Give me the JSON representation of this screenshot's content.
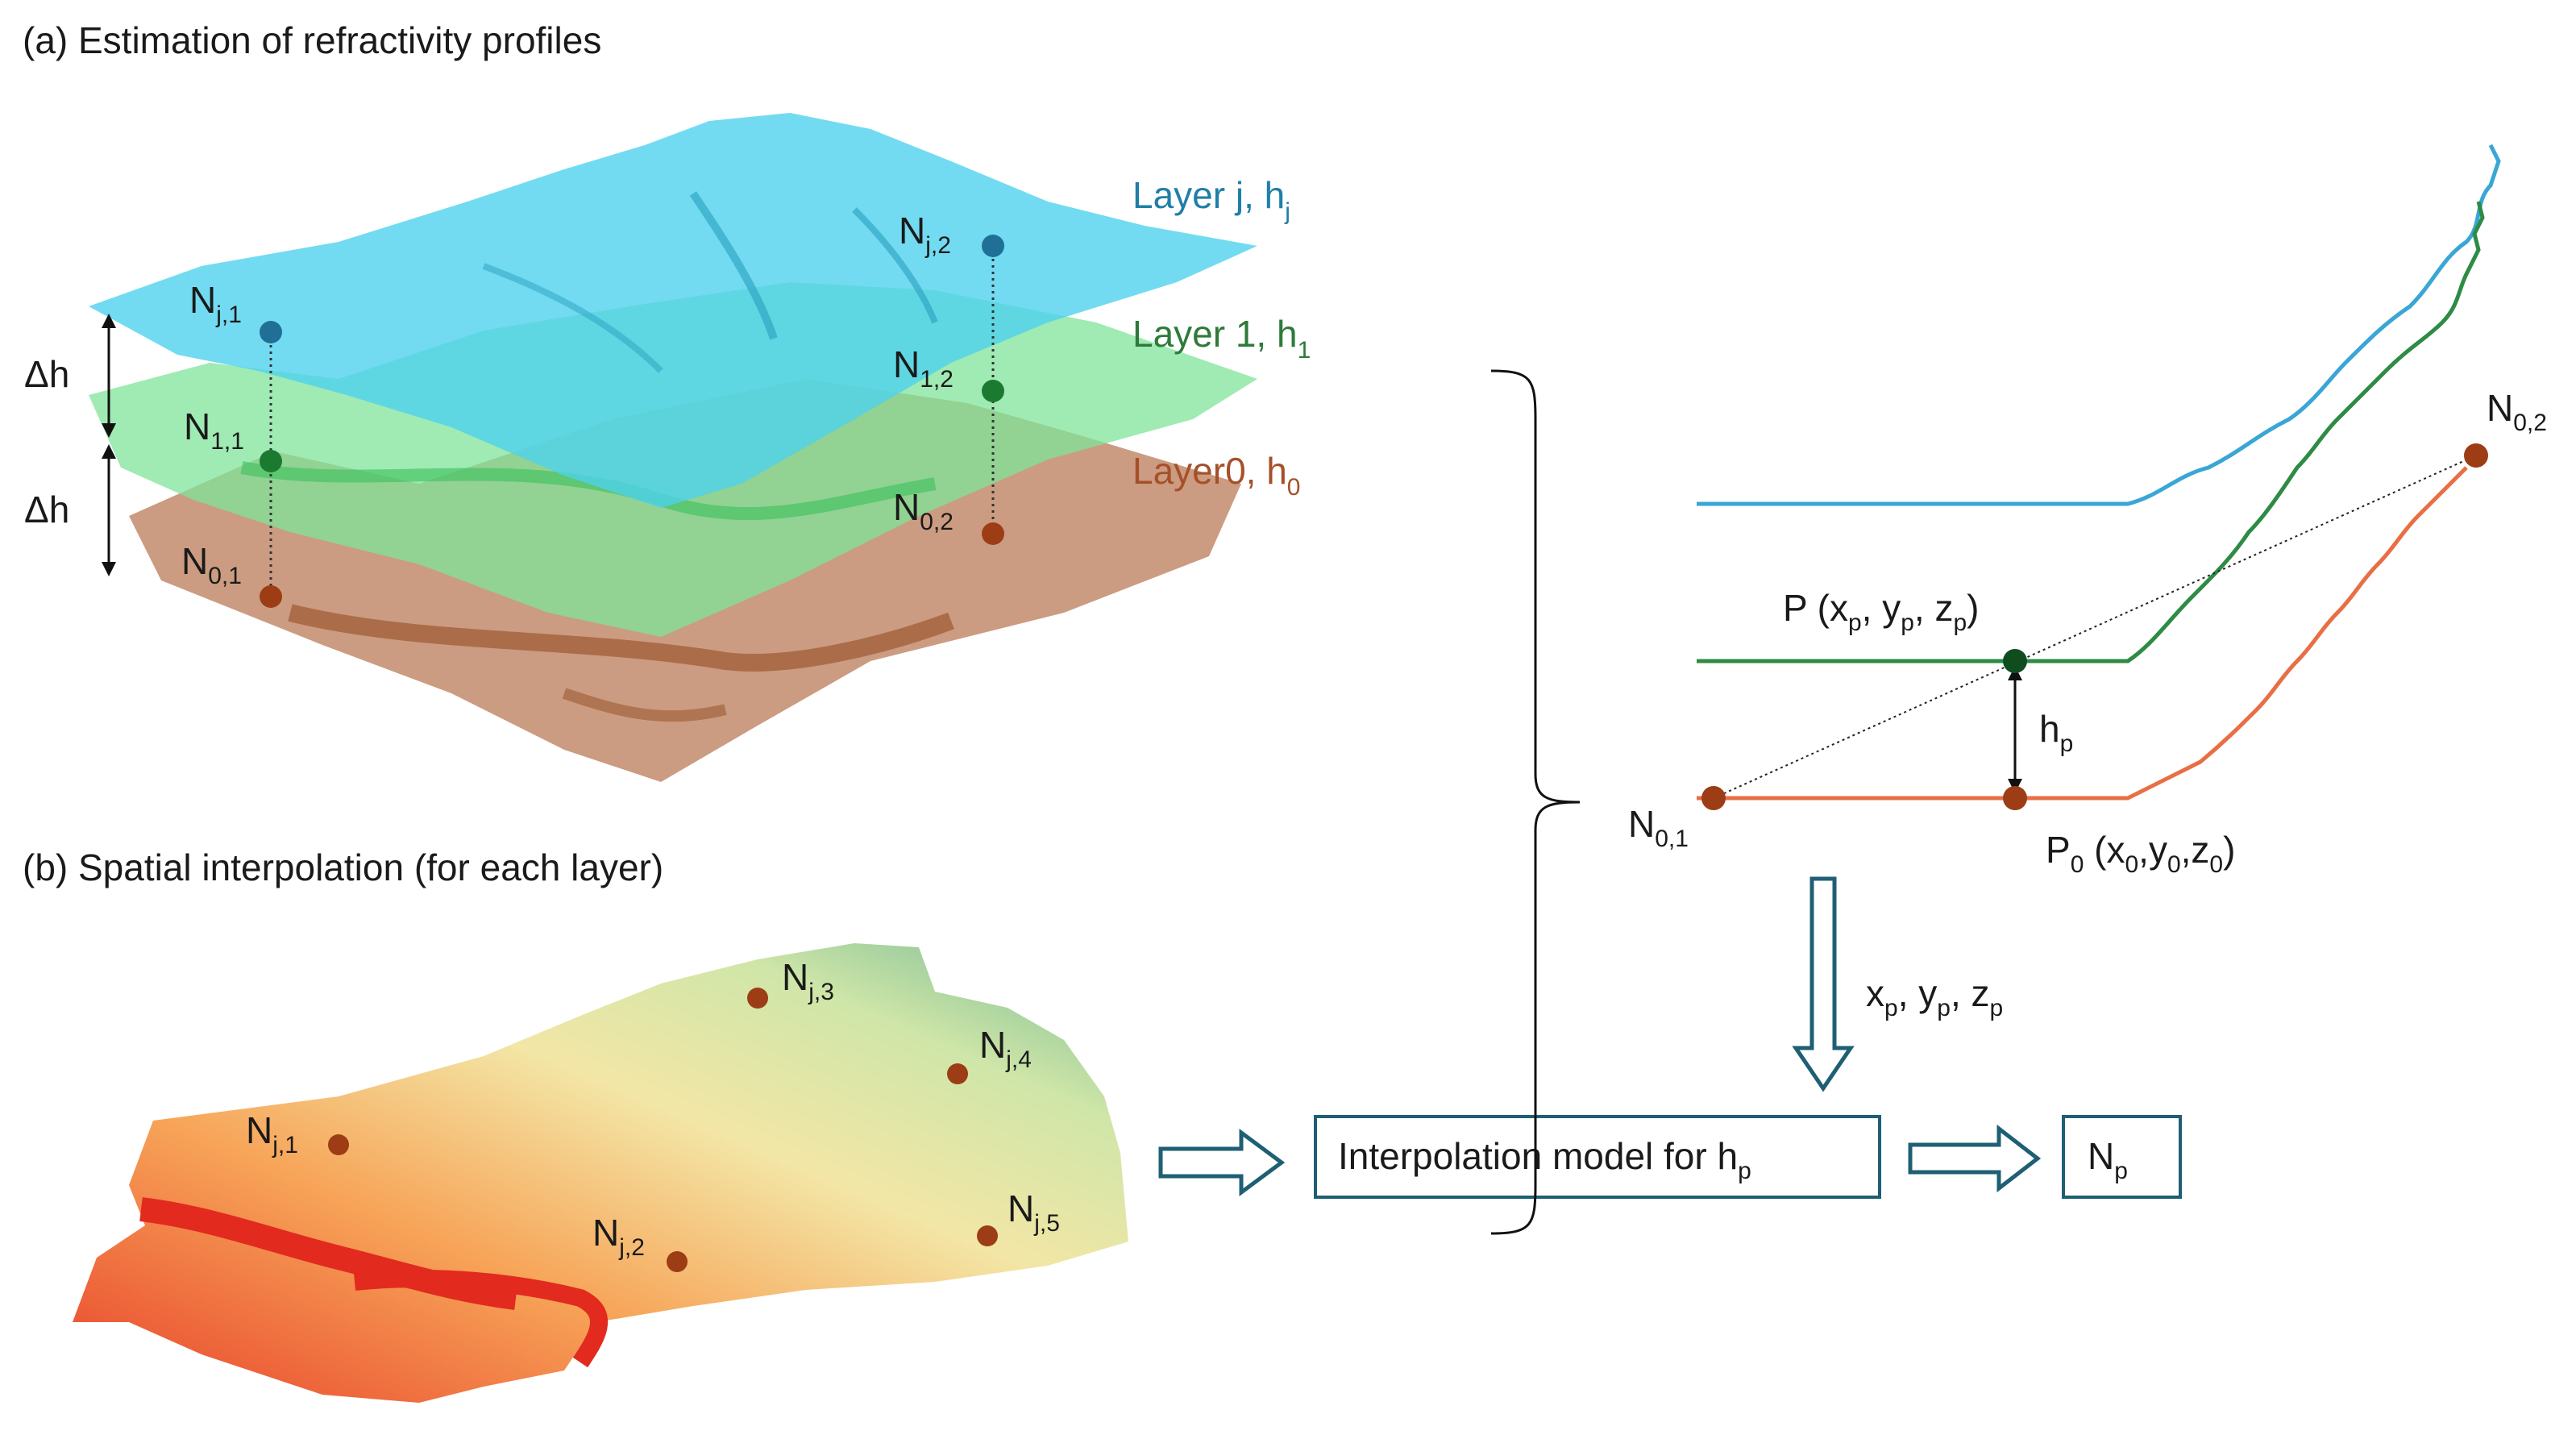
{
  "panel_a": {
    "title": "(a) Estimation of refractivity profiles",
    "layer_j": {
      "base": "Layer j, h",
      "sub": "j"
    },
    "layer_1": {
      "base": "Layer 1, h",
      "sub": "1"
    },
    "layer_0": {
      "base": "Layer0, h",
      "sub": "0"
    },
    "delta_h": "Δh",
    "points": {
      "nj1": {
        "base": "N",
        "sub": "j,1"
      },
      "n11": {
        "base": "N",
        "sub": "1,1"
      },
      "n01": {
        "base": "N",
        "sub": "0,1"
      },
      "nj2": {
        "base": "N",
        "sub": "j,2"
      },
      "n12": {
        "base": "N",
        "sub": "1,2"
      },
      "n02": {
        "base": "N",
        "sub": "0,2"
      }
    }
  },
  "panel_b": {
    "title": "(b) Spatial interpolation (for each layer)",
    "points": {
      "nj1": {
        "base": "N",
        "sub": "j,1"
      },
      "nj2": {
        "base": "N",
        "sub": "j,2"
      },
      "nj3": {
        "base": "N",
        "sub": "j,3"
      },
      "nj4": {
        "base": "N",
        "sub": "j,4"
      },
      "nj5": {
        "base": "N",
        "sub": "j,5"
      }
    }
  },
  "profile": {
    "n02": {
      "base": "N",
      "sub": "0,2"
    },
    "n01": {
      "base": "N",
      "sub": "0,1"
    },
    "p_point": {
      "p1": "P (x",
      "s1": "p",
      "p2": ", y",
      "s2": "p",
      "p3": ", z",
      "s3": "p",
      "p4": ")"
    },
    "hp": {
      "base": "h",
      "sub": "p"
    },
    "p0_point": {
      "p1": "P",
      "s1": "0",
      "p2": " (x",
      "s2": "0",
      "p3": ",y",
      "s3": "0",
      "p4": ",z",
      "s4": "0",
      "p5": ")"
    },
    "coords": {
      "p1": "x",
      "s1": "p",
      "p2": ", y",
      "s2": "p",
      "p3": ", z",
      "s3": "p"
    }
  },
  "model_box": {
    "base": "Interpolation model for h",
    "sub": "p"
  },
  "result_box": {
    "base": "N",
    "sub": "p"
  },
  "colors": {
    "layer_j": "#1f7fa8",
    "layer_1": "#2e7a3a",
    "layer_0": "#a6502a",
    "profile_j": "#3aa6d6",
    "profile_1": "#2e8b45",
    "profile_0": "#e86f45",
    "box_border": "#1f5f74"
  }
}
